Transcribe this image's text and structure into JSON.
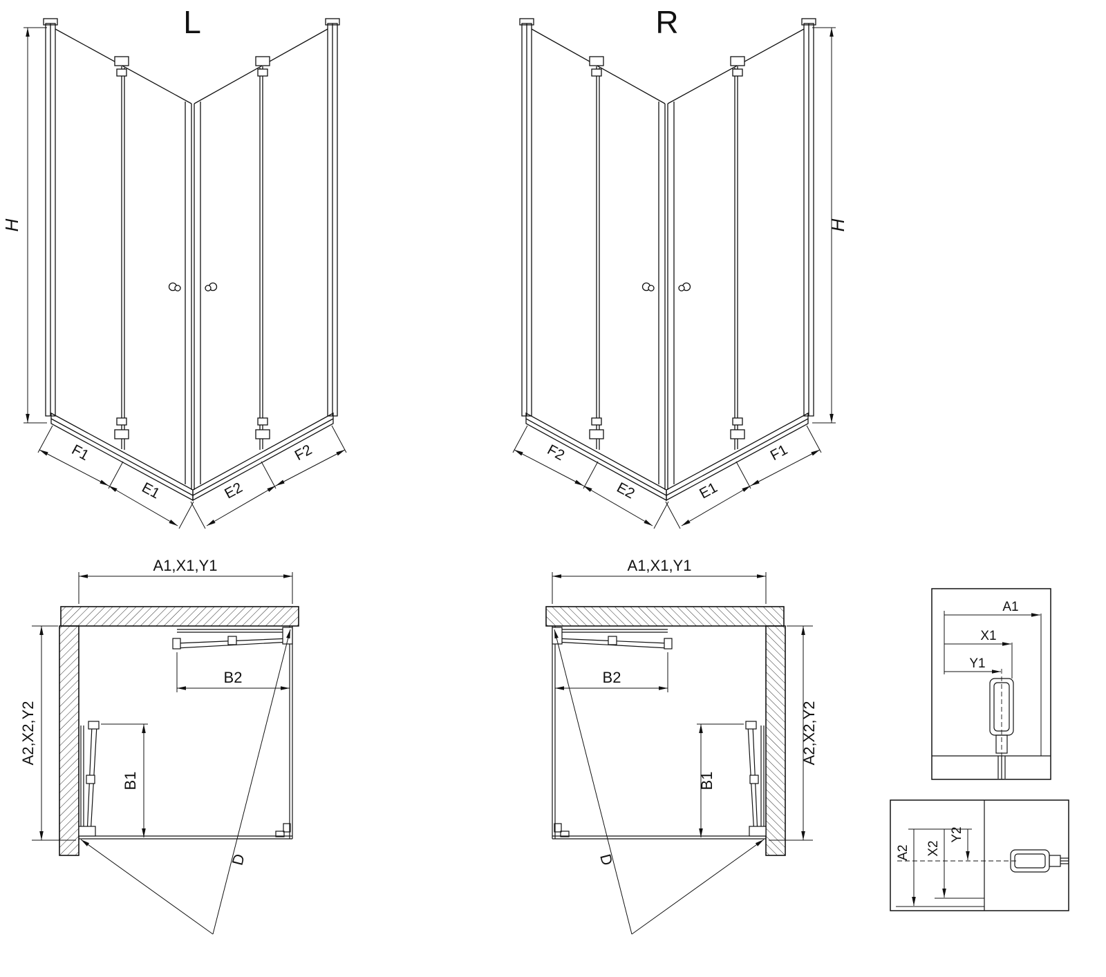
{
  "colors": {
    "line": "#111111",
    "background": "#ffffff"
  },
  "perspective_left": {
    "label": "L",
    "height_dim": "H",
    "bottom_left_dims": [
      "F1",
      "E1"
    ],
    "bottom_right_dims": [
      "E2",
      "F2"
    ]
  },
  "perspective_right": {
    "label": "R",
    "height_dim": "H",
    "bottom_left_dims": [
      "F2",
      "E2"
    ],
    "bottom_right_dims": [
      "E1",
      "F1"
    ]
  },
  "plan_left": {
    "width_dim": "A1,X1,Y1",
    "depth_dim": "A2,X2,Y2",
    "door_top_dim": "B2",
    "door_side_dim": "B1",
    "diagonal_dim": "D"
  },
  "plan_right": {
    "width_dim": "A1,X1,Y1",
    "depth_dim": "A2,X2,Y2",
    "door_top_dim": "B2",
    "door_side_dim": "B1",
    "diagonal_dim": "D"
  },
  "detail_top": {
    "dims": [
      "A1",
      "X1",
      "Y1"
    ]
  },
  "detail_bottom": {
    "dims": [
      "A2",
      "X2",
      "Y2"
    ]
  }
}
